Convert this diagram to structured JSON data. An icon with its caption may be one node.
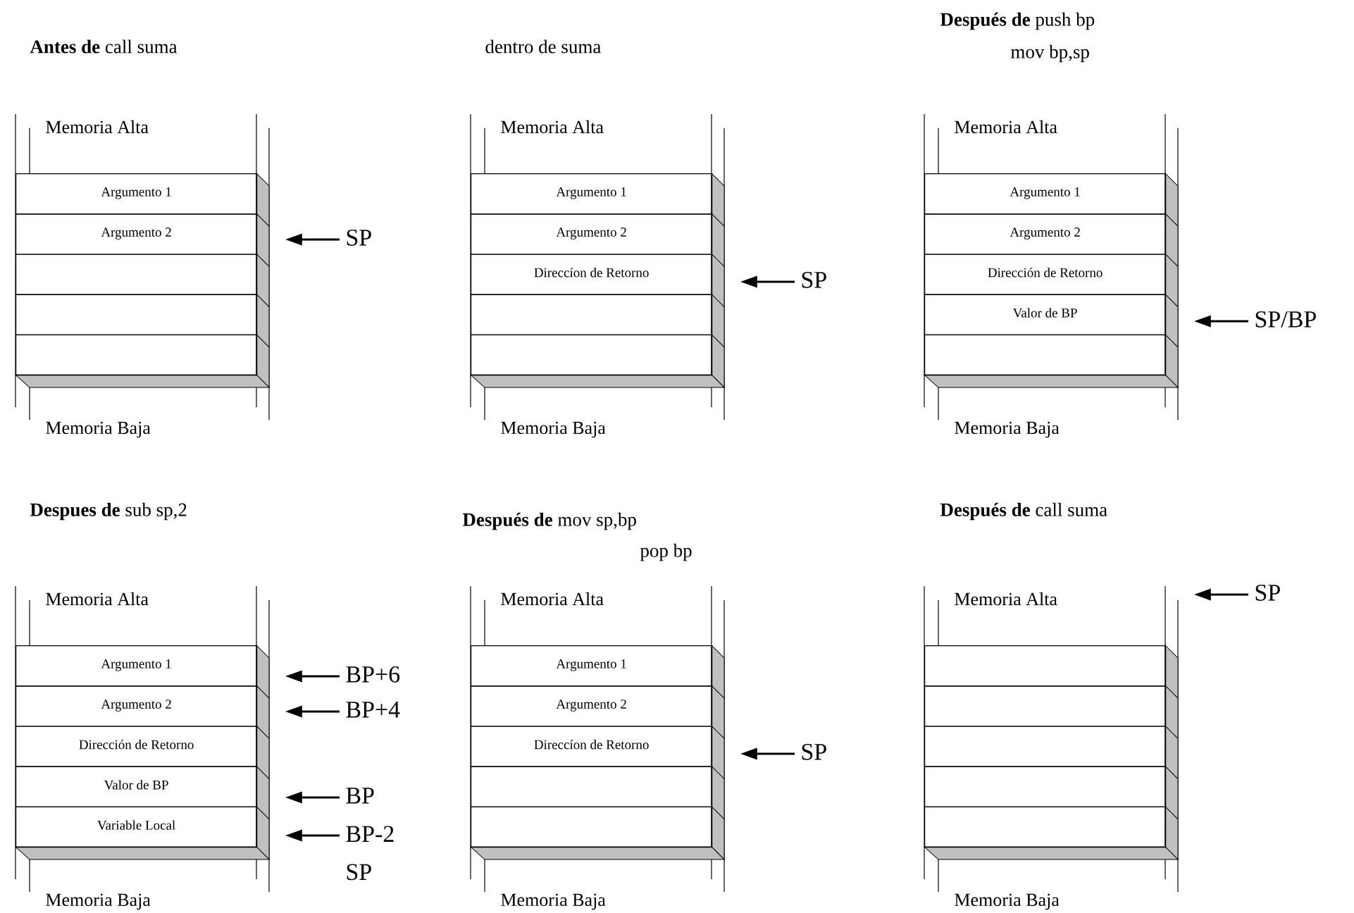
{
  "diagram": {
    "nodes": [
      {
        "text": [
          "Memoria Alta",
          "Memoria Baja"
        ]
      },
      {
        "text": [
          "Argumento 1"
        ],
        "in": 0
      },
      {
        "text": [
          "Argumento 2"
        ],
        "in": 0
      },
      {
        "text": [],
        "shape": "box",
        "in": 0
      },
      {
        "text": [],
        "shape": "box",
        "in": 0
      },
      {
        "text": [],
        "shape": "box",
        "in": 0
      },
      {
        "text": [
          "SP"
        ]
      },
      {
        "text": [
          "Memoria Alta",
          "Memoria Baja"
        ]
      },
      {
        "text": [
          "Argumento 1"
        ],
        "in": 7
      },
      {
        "text": [
          "Argumento 2"
        ],
        "in": 7
      },
      {
        "text": [
          "Direccíon de Retorno"
        ],
        "in": 7
      },
      {
        "text": [],
        "shape": "box",
        "in": 7
      },
      {
        "text": [],
        "shape": "box",
        "in": 7
      },
      {
        "text": [
          "SP"
        ]
      },
      {
        "text": [
          "Memoria Alta",
          "Memoria Baja"
        ]
      },
      {
        "text": [
          "Argumento 1"
        ],
        "in": 14
      },
      {
        "text": [
          "Argumento 2"
        ],
        "in": 14
      },
      {
        "text": [
          "Dirección de Retorno"
        ],
        "in": 14
      },
      {
        "text": [
          "Valor de BP"
        ],
        "in": 14
      },
      {
        "text": [],
        "shape": "box",
        "in": 14
      },
      {
        "text": [
          "SP/BP"
        ]
      },
      {
        "text": [
          "Memoria Alta",
          "Memoria Baja"
        ]
      },
      {
        "text": [
          "Argumento 1"
        ],
        "in": 21
      },
      {
        "text": [
          "Argumento 2"
        ],
        "in": 21
      },
      {
        "text": [
          "Dirección de Retorno"
        ],
        "in": 21
      },
      {
        "text": [
          "Valor de BP"
        ],
        "in": 21
      },
      {
        "text": [
          "Variable Local"
        ],
        "in": 21
      },
      {
        "text": [
          "BP+6"
        ]
      },
      {
        "text": [
          "BP+4"
        ]
      },
      {
        "text": [
          "BP"
        ]
      },
      {
        "text": [
          "BP-2",
          "SP"
        ]
      },
      {
        "text": [
          "Memoria Alta",
          "Memoria Baja"
        ]
      },
      {
        "text": [
          "Argumento 1"
        ],
        "in": 31
      },
      {
        "text": [
          "Argumento 2"
        ],
        "in": 31
      },
      {
        "text": [
          "Direccíon de Retorno"
        ],
        "in": 31
      },
      {
        "text": [],
        "shape": "box",
        "in": 31
      },
      {
        "text": [],
        "shape": "box",
        "in": 31
      },
      {
        "text": [
          "SP"
        ]
      },
      {
        "text": [
          "Memoria Alta",
          "Memoria Baja"
        ]
      },
      {
        "text": [],
        "shape": "box",
        "in": 38
      },
      {
        "text": [],
        "shape": "box",
        "in": 38
      },
      {
        "text": [],
        "shape": "box",
        "in": 38
      },
      {
        "text": [],
        "shape": "box",
        "in": 38
      },
      {
        "text": [],
        "shape": "box",
        "in": 38
      },
      {
        "text": [
          "SP"
        ]
      }
    ],
    "edges": [
      {
        "from": 6,
        "to": 0,
        "arrow": "to"
      },
      {
        "from": 13,
        "to": 7,
        "arrow": "to"
      },
      {
        "from": 20,
        "to": 14,
        "arrow": "to"
      },
      {
        "from": 27,
        "to": 21,
        "arrow": "to"
      },
      {
        "from": 28,
        "to": 21,
        "arrow": "to"
      },
      {
        "from": 29,
        "to": 21,
        "arrow": "to"
      },
      {
        "from": 30,
        "to": 21,
        "arrow": "to"
      },
      {
        "from": 37,
        "to": 31,
        "arrow": "to"
      },
      {
        "from": 44,
        "to": 38,
        "arrow": "to"
      }
    ],
    "labels": [
      "**Antes de** call suma",
      "dentro de suma",
      "**Después de** push bp",
      "mov bp,sp",
      "**Despues de** sub sp,2",
      "**Después de** mov sp,bp",
      "pop bp",
      "**Después de** call suma"
    ]
  }
}
